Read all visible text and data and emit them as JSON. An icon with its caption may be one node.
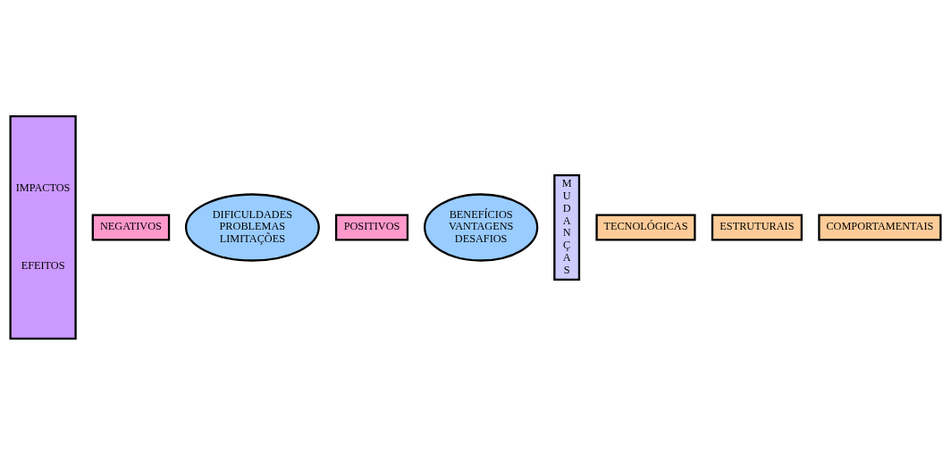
{
  "diagram": {
    "nodes": [
      {
        "text": [
          "IMPACTOS",
          "EFEITOS"
        ]
      },
      {
        "text": [
          "NEGATIVOS"
        ]
      },
      {
        "text": [
          "DIFICULDADES",
          "PROBLEMAS",
          "LIMITAÇÕES"
        ]
      },
      {
        "text": [
          "POSITIVOS"
        ]
      },
      {
        "text": [
          "BENEFÍCIOS",
          "VANTAGENS",
          "DESAFIOS"
        ]
      },
      {
        "text": [
          "MUDANÇAS"
        ]
      },
      {
        "text": [
          "TECNOLÓGICAS"
        ]
      },
      {
        "text": [
          "ESTRUTURAIS"
        ]
      },
      {
        "text": [
          "COMPORTAMENTAIS"
        ]
      }
    ],
    "edges": []
  }
}
